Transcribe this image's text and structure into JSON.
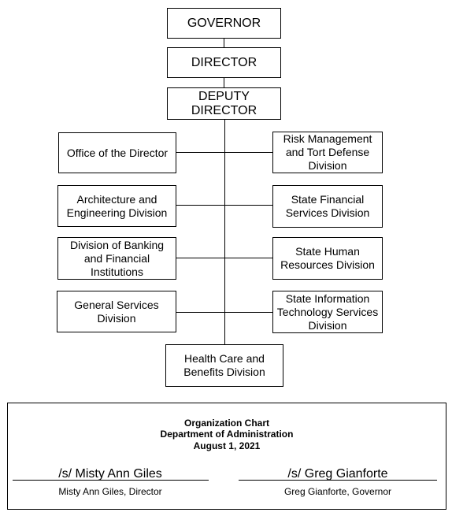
{
  "boxes": {
    "governor": "GOVERNOR",
    "director": "DIRECTOR",
    "deputy_director": "DEPUTY\nDIRECTOR",
    "office_of_director": "Office of the Director",
    "architecture": "Architecture and Engineering Division",
    "banking": "Division of Banking and Financial Institutions",
    "general_services": "General Services Division",
    "risk_management": "Risk Management and Tort Defense Division",
    "state_financial": "State Financial Services Division",
    "state_human_resources": "State Human Resources Division",
    "state_it": "State Information Technology Services Division",
    "health_care": "Health Care and Benefits Division"
  },
  "footer": {
    "title_line1": "Organization Chart",
    "title_line2": "Department  of Administration",
    "title_line3": "August 1, 2021",
    "left_signature": "/s/ Misty Ann Giles",
    "left_name": "Misty Ann Giles, Director",
    "right_signature": "/s/ Greg Gianforte",
    "right_name": "Greg Gianforte, Governor"
  }
}
